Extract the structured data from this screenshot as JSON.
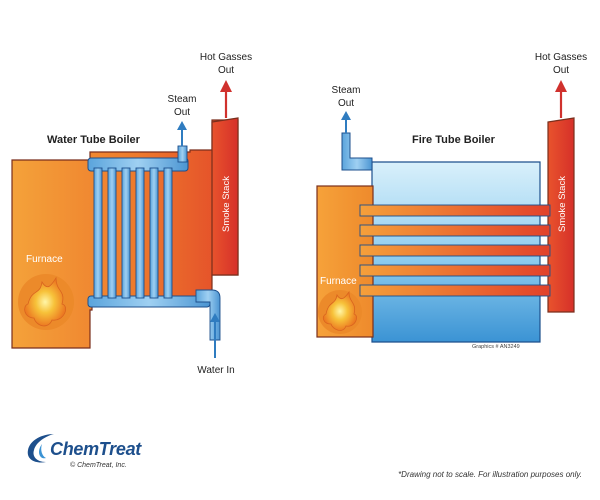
{
  "water_tube_boiler": {
    "title": "Water Tube Boiler",
    "steam_out": [
      "Steam",
      "Out"
    ],
    "hot_gasses_out": [
      "Hot Gasses",
      "Out"
    ],
    "smoke_stack": "Smoke Stack",
    "furnace": "Furnace",
    "water_in": "Water In"
  },
  "fire_tube_boiler": {
    "title": "Fire Tube Boiler",
    "steam_out": [
      "Steam",
      "Out"
    ],
    "hot_gasses_out": [
      "Hot Gasses",
      "Out"
    ],
    "smoke_stack": "Smoke Stack",
    "furnace": "Furnace",
    "graphics_id": "Graphics # AN3249"
  },
  "brand": {
    "name": "ChemTreat",
    "copyright": "© ChemTreat, Inc."
  },
  "disclaimer": "*Drawing not to scale. For illustration purposes only.",
  "colors": {
    "water_blue": "#2f7cc0",
    "arrow_red": "#d0312d",
    "stack_red": "#dd3b2a",
    "furnace_orange": "#f2922a"
  }
}
